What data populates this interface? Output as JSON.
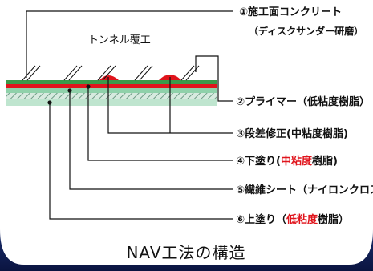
{
  "tunnel_label": "トンネル覆工",
  "title": "NAV工法の構造",
  "labels": [
    {
      "num": "①",
      "segments": [
        {
          "text": "施工面コンクリート",
          "red": false
        }
      ]
    },
    {
      "num": "",
      "segments": [
        {
          "text": "（ディスクサンダー研磨）",
          "red": false
        }
      ]
    },
    {
      "num": "②",
      "segments": [
        {
          "text": "プライマー（低粘度樹脂）",
          "red": false
        }
      ]
    },
    {
      "num": "③",
      "segments": [
        {
          "text": "段差修正(中粘度樹脂)",
          "red": false
        }
      ]
    },
    {
      "num": "④",
      "segments": [
        {
          "text": "下塗り(",
          "red": false
        },
        {
          "text": "中粘度",
          "red": true
        },
        {
          "text": "樹脂)",
          "red": false
        }
      ]
    },
    {
      "num": "⑤",
      "segments": [
        {
          "text": "繊維シート（ナイロンクロス）",
          "red": false
        }
      ]
    },
    {
      "num": "⑥",
      "segments": [
        {
          "text": "上塗り（",
          "red": false
        },
        {
          "text": "低粘度",
          "red": true
        },
        {
          "text": "樹脂）",
          "red": false
        }
      ]
    }
  ],
  "colors": {
    "background": "#ffffff",
    "frame_navy": "#0d1b4a",
    "layer_green": "#2f8f3f",
    "layer_red": "#e0141c",
    "layer_mint": "#bfe5cf",
    "layer_hatch": "#7aa892",
    "leader_line": "#111111"
  }
}
